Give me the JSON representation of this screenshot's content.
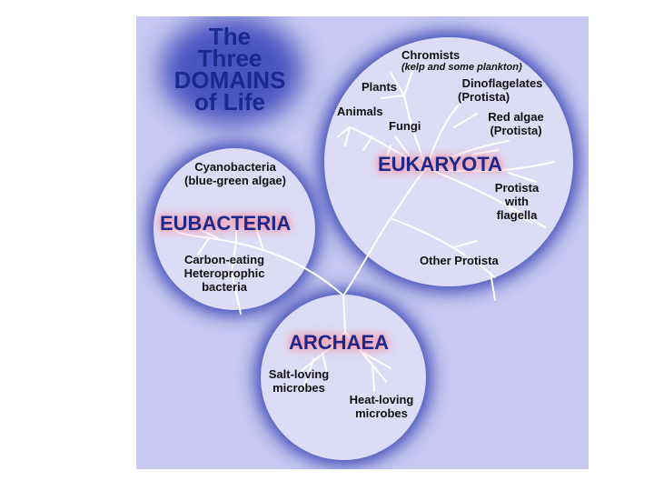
{
  "title": {
    "line1": "The",
    "line2": "Three",
    "line3": "DOMAINS",
    "line4": "of Life"
  },
  "domains": {
    "eukaryota": "EUKARYOTA",
    "eubacteria": "EUBACTERIA",
    "archaea": "ARCHAEA"
  },
  "labels": {
    "chromists": "Chromists",
    "chromists_note": "(kelp and some plankton)",
    "plants": "Plants",
    "dinoflagelates_1": "Dinoflagelates",
    "dinoflagelates_2": "(Protista)",
    "animals": "Animals",
    "fungi": "Fungi",
    "red_algae_1": "Red algae",
    "red_algae_2": "(Protista)",
    "protista_flagella_1": "Protista",
    "protista_flagella_2": "with",
    "protista_flagella_3": "flagella",
    "other_protista": "Other Protista",
    "cyanobacteria_1": "Cyanobacteria",
    "cyanobacteria_2": "(blue-green algae)",
    "carbon_eating_1": "Carbon-eating",
    "carbon_eating_2": "Heteroprophic",
    "carbon_eating_3": "bacteria",
    "salt_loving_1": "Salt-loving",
    "salt_loving_2": "microbes",
    "heat_loving_1": "Heat-loving",
    "heat_loving_2": "microbes"
  },
  "colors": {
    "panel": "#c8c8f0",
    "circle_fill": "#dcdcf6",
    "glow": "#2a3ab0",
    "title": "#1a2a8c",
    "branch": "#ffffff"
  }
}
